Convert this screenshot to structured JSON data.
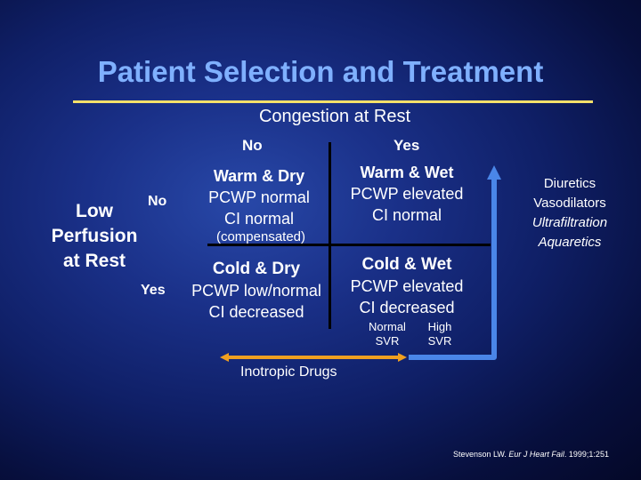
{
  "title": "Patient Selection and Treatment",
  "congestion": {
    "label": "Congestion at Rest",
    "no": "No",
    "yes": "Yes"
  },
  "perfusion": {
    "line1": "Low",
    "line2": "Perfusion",
    "line3": "at Rest",
    "no": "No",
    "yes": "Yes"
  },
  "quadrants": {
    "warm_dry": {
      "heading": "Warm & Dry",
      "line1": "PCWP normal",
      "line2": "CI normal",
      "note": "(compensated)"
    },
    "warm_wet": {
      "heading": "Warm & Wet",
      "line1": "PCWP elevated",
      "line2": "CI normal"
    },
    "cold_dry": {
      "heading": "Cold & Dry",
      "line1": "PCWP low/normal",
      "line2": "CI decreased"
    },
    "cold_wet": {
      "heading": "Cold & Wet",
      "line1": "PCWP elevated",
      "line2": "CI decreased"
    }
  },
  "svr": {
    "normal_line1": "Normal",
    "normal_line2": "SVR",
    "high_line1": "High",
    "high_line2": "SVR"
  },
  "treatments": {
    "t1": "Diuretics",
    "t2": "Vasodilators",
    "t3": "Ultrafiltration",
    "t4": "Aquaretics"
  },
  "inotropic": "Inotropic Drugs",
  "citation": {
    "author": "Stevenson LW. ",
    "journal": "Eur J Heart Fail",
    "rest": ". 1999;1:251"
  },
  "colors": {
    "title": "#7fb0ff",
    "rule": "#f5e06a",
    "inotropic_arrow": "#f0a020",
    "treatment_arrow": "#4a86e8"
  }
}
